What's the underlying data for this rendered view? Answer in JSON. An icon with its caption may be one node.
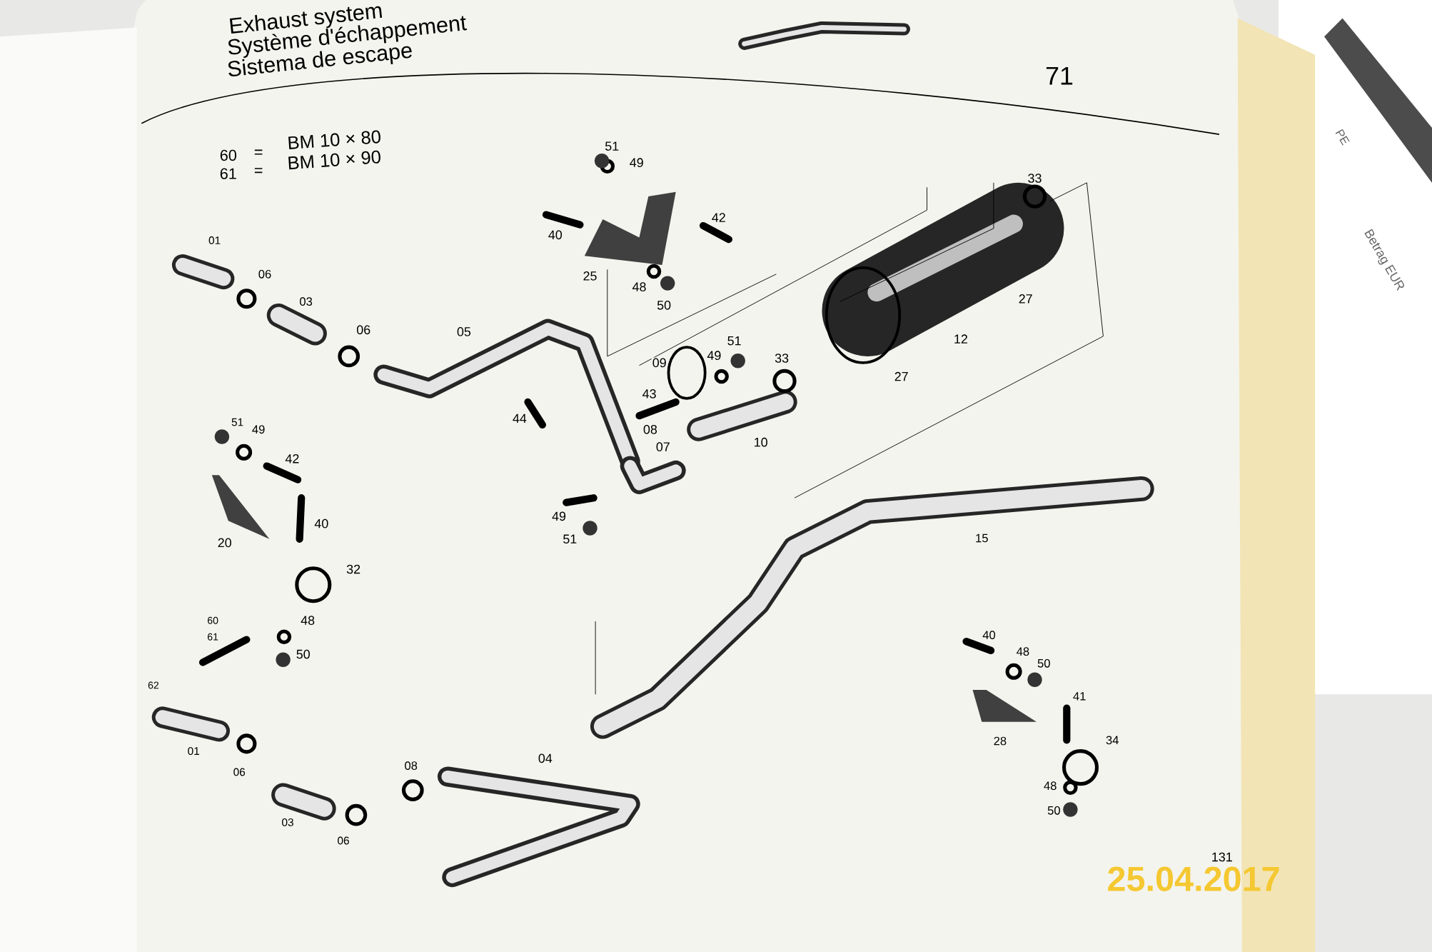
{
  "diagram": {
    "title": "Exhaust system",
    "labels": [
      "Système d'échappement",
      "Sistema de escape",
      "71",
      "60",
      "=",
      "BM 10 × 80",
      "61",
      "=",
      "BM 10 × 90",
      "51",
      "49",
      "40",
      "42",
      "25",
      "48",
      "50",
      "33",
      "27",
      "12",
      "27",
      "01",
      "06",
      "03",
      "06",
      "05",
      "09",
      "49",
      "51",
      "33",
      "43",
      "44",
      "08",
      "07",
      "10",
      "51",
      "49",
      "42",
      "40",
      "20",
      "32",
      "49",
      "51",
      "15",
      "60",
      "61",
      "48",
      "50",
      "62",
      "01",
      "06",
      "03",
      "08",
      "04",
      "06",
      "40",
      "48",
      "50",
      "41",
      "28",
      "34",
      "48",
      "50",
      "131",
      "PE",
      "Betrag EUR",
      "25.04.2017"
    ]
  }
}
